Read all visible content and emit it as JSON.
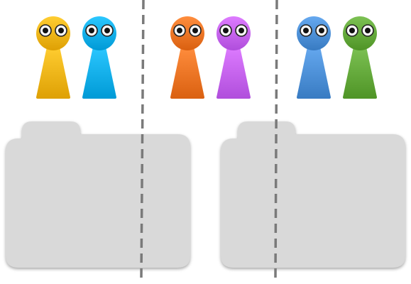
{
  "figures": [
    {
      "id": "pawn-1",
      "color": "#F2B418",
      "icon": "person-pawn-icon"
    },
    {
      "id": "pawn-2",
      "color": "#12AEEA",
      "icon": "person-pawn-icon"
    },
    {
      "id": "pawn-3",
      "color": "#EE7424",
      "icon": "person-pawn-icon"
    },
    {
      "id": "pawn-4",
      "color": "#C462F0",
      "icon": "person-pawn-icon"
    },
    {
      "id": "pawn-5",
      "color": "#4C8FD6",
      "icon": "person-pawn-icon"
    },
    {
      "id": "pawn-6",
      "color": "#63A83A",
      "icon": "person-pawn-icon"
    }
  ],
  "folders": [
    {
      "id": "folder-left",
      "color": "#D9D9D9",
      "icon": "folder-icon"
    },
    {
      "id": "folder-right",
      "color": "#D9D9D9",
      "icon": "folder-icon"
    }
  ],
  "dividers": {
    "color": "#7A7A7A",
    "style": "dashed",
    "count": 2
  }
}
